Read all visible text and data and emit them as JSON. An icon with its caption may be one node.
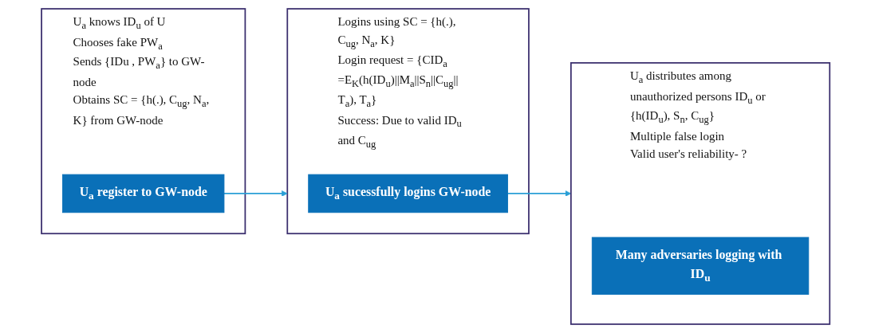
{
  "diagram": {
    "nodes": [
      {
        "text": [
          "U$_{a}$ knows ID$_{u}$ of U",
          "Chooses fake PW$_{a}$",
          "Sends {IDu , PW$_{a}$} to GW-node",
          "Obtains SC = {h(.), C$_{ug}$, N$_{a}$, K} from GW-node"
        ]
      },
      {
        "text": [
          "U$_{a}$ register to GW-node"
        ],
        "in": 0
      },
      {
        "text": [
          "Logins using SC = {h(.), C$_{ug}$, N$_{a}$, K}",
          "Login request = {CID$_{a}$ =E$_{K}$(h(ID$_{u}$)||M$_{a}$||S$_{n}$||C$_{ug}$|| T$_{a}$), T$_{a}$}",
          "Success: Due to valid ID$_{u}$ and C$_{ug}$"
        ]
      },
      {
        "text": [
          "U$_{a}$ sucessfully logins GW-node"
        ],
        "in": 2
      },
      {
        "text": [
          "U$_{a}$ distributes among unauthorized persons ID$_{u}$ or {h(ID$_{u}$), S$_{n}$, C$_{ug}$}",
          "Multiple false login",
          "Valid user's reliability- ?"
        ]
      },
      {
        "text": [
          "Many adversaries logging with ID$_{u}$"
        ],
        "in": 4
      }
    ],
    "edges": [
      {
        "from": 1,
        "to": 2,
        "arrow": "to"
      },
      {
        "from": 3,
        "to": 4,
        "arrow": "to"
      }
    ]
  }
}
